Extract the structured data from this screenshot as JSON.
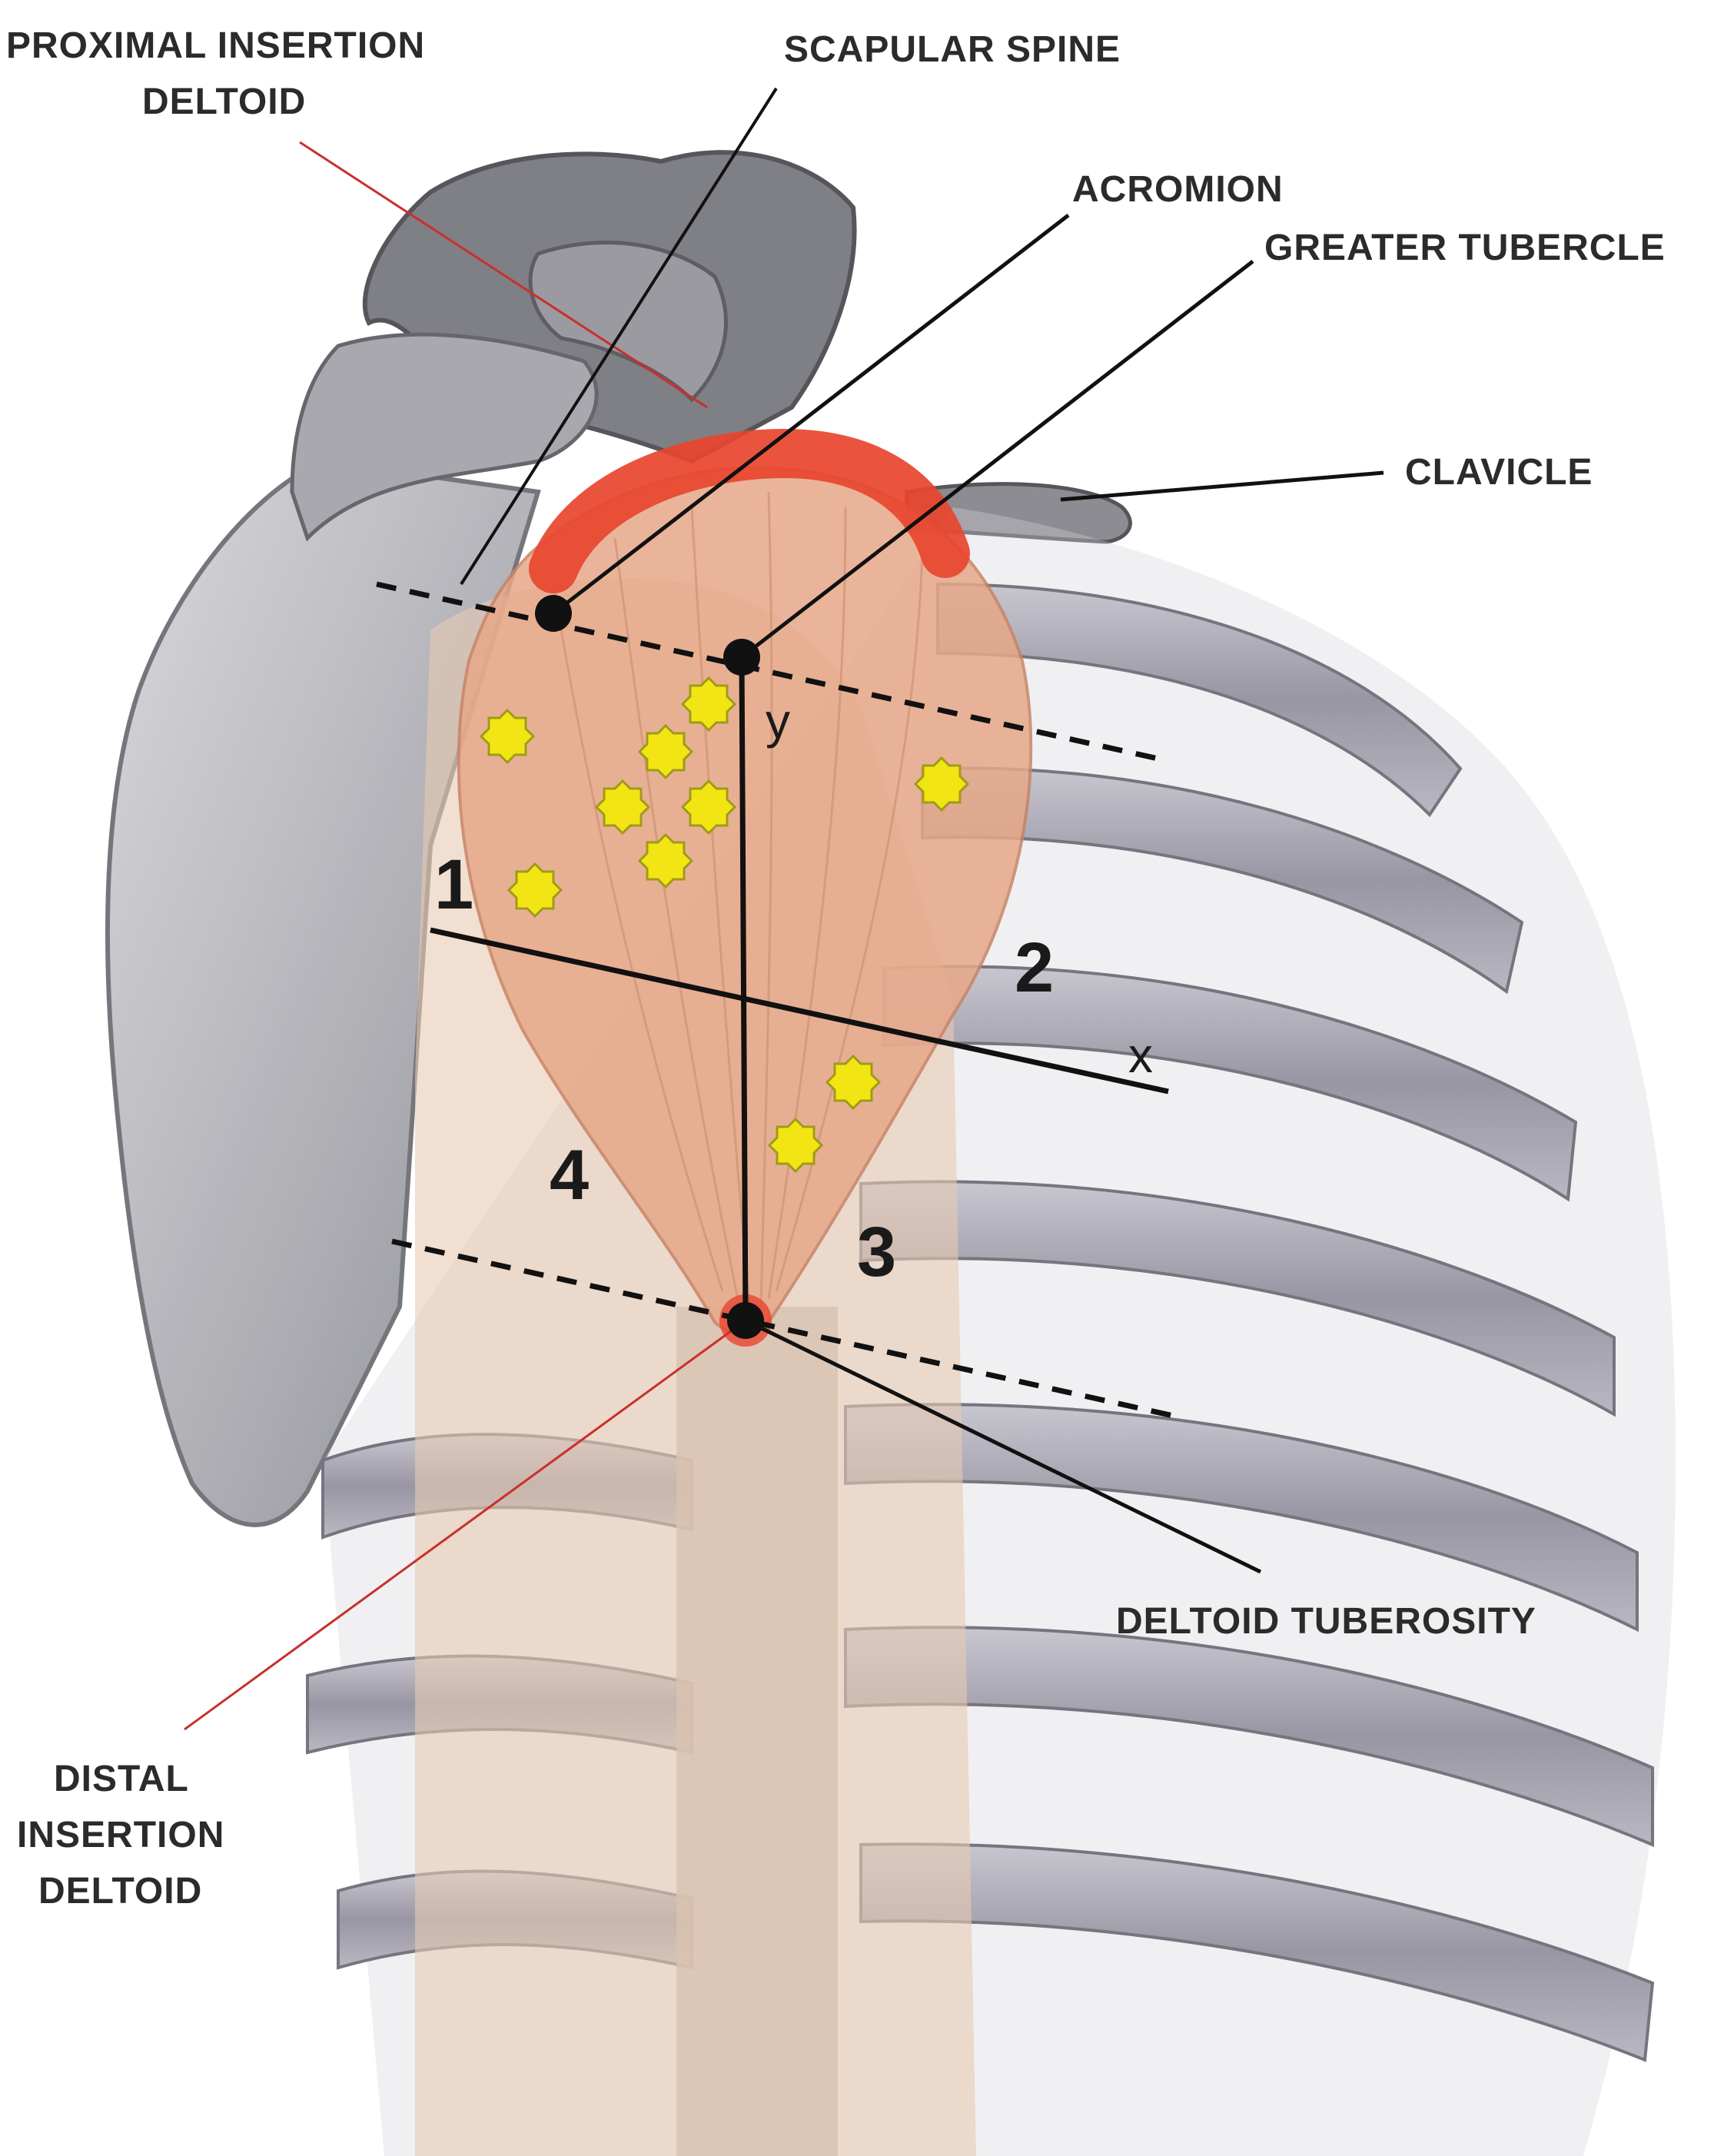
{
  "labels": {
    "proximal_insertion_line1": "PROXIMAL INSERTION",
    "proximal_insertion_line2": "DELTOID",
    "scapular_spine": "SCAPULAR SPINE",
    "acromion": "ACROMION",
    "greater_tubercle": "GREATER TUBERCLE",
    "clavicle": "CLAVICLE",
    "deltoid_tuberosity": "DELTOID TUBEROSITY",
    "distal_insertion_line1": "DISTAL",
    "distal_insertion_line2": "INSERTION",
    "distal_insertion_line3": "DELTOID"
  },
  "regions": {
    "r1": "1",
    "r2": "2",
    "r3": "3",
    "r4": "4"
  },
  "axes": {
    "x": "x",
    "y": "y"
  },
  "colors": {
    "bone": "#8f8f95",
    "bone_light": "#c9c9ce",
    "muscle": "#e7a889",
    "insertion": "#e8452f",
    "marker": "#f3e513",
    "line": "#111111",
    "leader_red": "#c9302c"
  },
  "icons": {
    "motor_point": "star-burst-icon"
  }
}
